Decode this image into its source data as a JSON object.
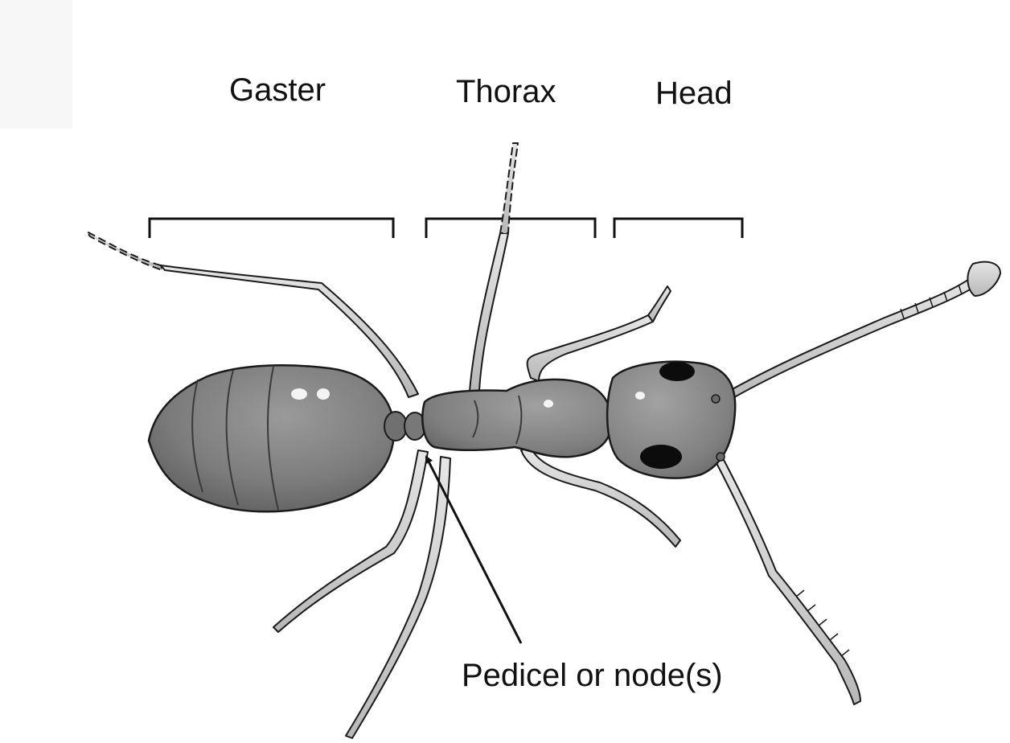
{
  "labels": {
    "gaster": "Gaster",
    "thorax": "Thorax",
    "head": "Head",
    "pedicel": "Pedicel or node(s)"
  },
  "colors": {
    "body": "#7c7c7c",
    "body_shadow": "#5e5e5e",
    "leg": "#d2d2d2",
    "outline": "#1a1a1a",
    "eye": "#0c0c0c",
    "highlight": "#ffffff"
  }
}
